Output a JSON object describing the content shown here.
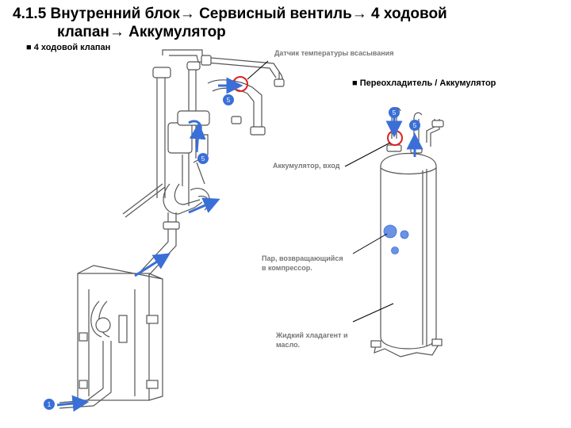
{
  "title": {
    "line1": "4.1.5 Внутренний блок→ Сервисный вентиль→ 4 ходовой",
    "line2": "клапан→ Аккумулятор"
  },
  "sections": {
    "left": "■ 4 ходовой клапан",
    "right": "■ Переохладитель / Аккумулятор"
  },
  "labels": {
    "suction_sensor": "Датчик температуры всасывания",
    "accumulator_inlet": "Аккумулятор, вход",
    "vapor_line1": "Пар, возвращающийся",
    "vapor_line2": "в компрессор.",
    "liquid_line1": "Жидкий хладагент и",
    "liquid_line2": "масло."
  },
  "markers": {
    "m1": "5",
    "m2": "5",
    "m3": "5",
    "m4": "5",
    "m5": "1"
  },
  "colors": {
    "arrow": "#3a6fd8",
    "highlight_circle": "#e02020",
    "pipe_stroke": "#555555",
    "label_text": "#777777"
  }
}
